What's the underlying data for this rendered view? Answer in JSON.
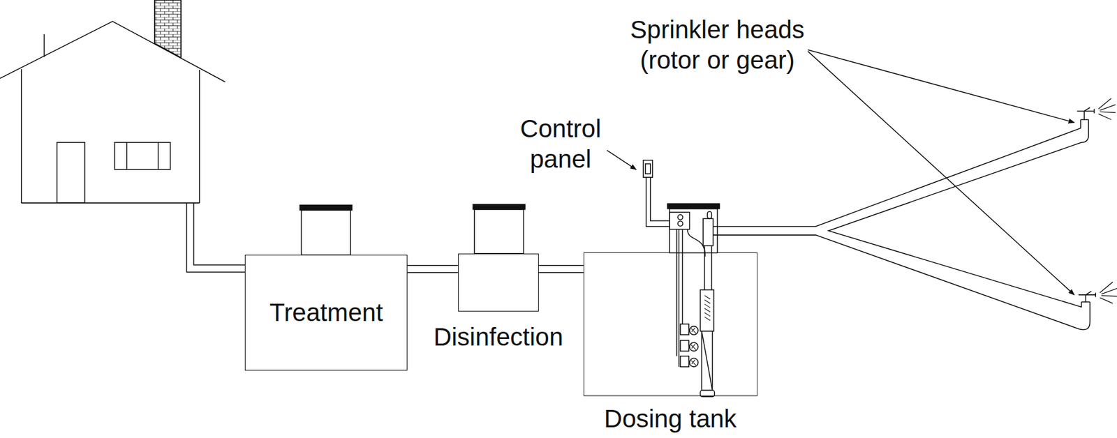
{
  "diagram": {
    "nodes": [
      {
        "text": [
          "Treatment"
        ]
      },
      {
        "text": [
          "Disinfection"
        ]
      },
      {
        "text": [
          "Dosing tank"
        ]
      }
    ],
    "edges": [
      {
        "from": 0,
        "to": 1,
        "arrow": "none"
      },
      {
        "from": 1,
        "to": 2,
        "arrow": "none"
      }
    ],
    "labels": [
      "Control panel",
      "Sprinkler heads (rotor or gear)"
    ]
  }
}
